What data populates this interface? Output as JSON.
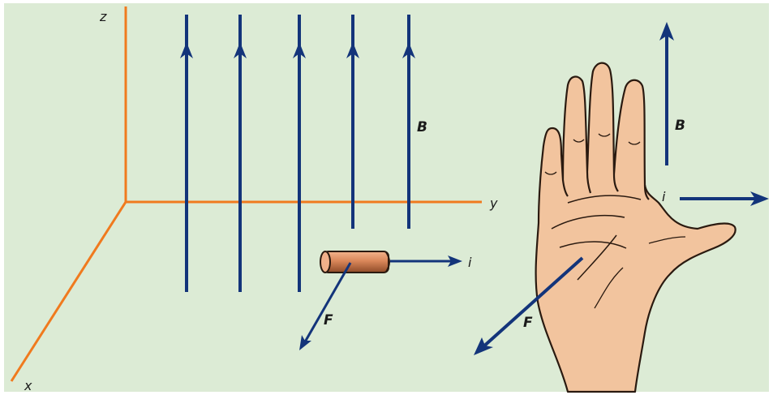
{
  "colors": {
    "background": "#dcebd5",
    "border": "#ffffff",
    "axis": "#f07a1e",
    "field_line": "#13347a",
    "wire": "#c06a3a",
    "skin": "#f2c49e",
    "outline": "#2a1a10"
  },
  "axes": {
    "z": "z",
    "y": "y",
    "x": "x"
  },
  "left_panel": {
    "field_label": "B",
    "current_label": "i",
    "force_label": "F"
  },
  "hand_panel": {
    "field_label": "B",
    "current_label": "i",
    "force_label": "F"
  },
  "icons": [
    "right-hand-icon",
    "wire-segment-icon"
  ]
}
